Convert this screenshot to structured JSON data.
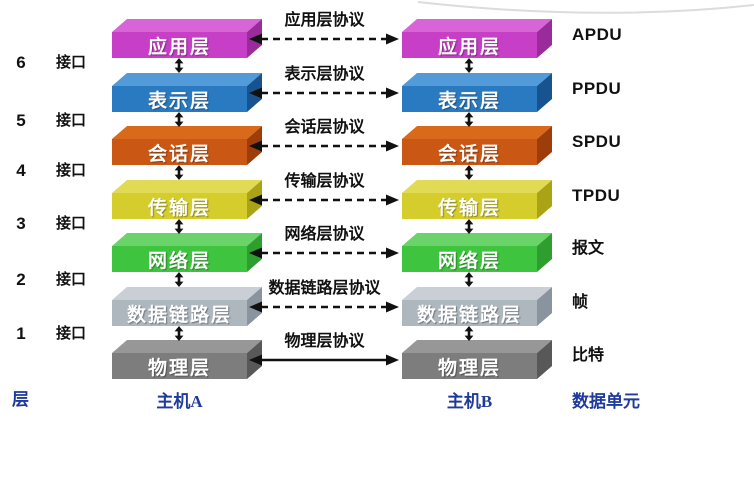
{
  "colors": {
    "arrow_black": "#111111",
    "footer_blue": "#1f3a9b",
    "swoosh_gray": "#dcdcdc",
    "box_text": "#ffffff"
  },
  "interface_column": {
    "rows": [
      {
        "number": "6",
        "label": "接口"
      },
      {
        "number": "5",
        "label": "接口"
      },
      {
        "number": "4",
        "label": "接口"
      },
      {
        "number": "3",
        "label": "接口"
      },
      {
        "number": "2",
        "label": "接口"
      },
      {
        "number": "1",
        "label": "接口"
      }
    ]
  },
  "layers": [
    {
      "name": "应用层",
      "protocol": "应用层协议",
      "data_unit": "APDU",
      "arrow_style": "dashed",
      "color_front": "#c73ec7",
      "color_top": "#d765d7",
      "color_side": "#9a2b9a"
    },
    {
      "name": "表示层",
      "protocol": "表示层协议",
      "data_unit": "PPDU",
      "arrow_style": "dashed",
      "color_front": "#2a7ac1",
      "color_top": "#529ad8",
      "color_side": "#17548f"
    },
    {
      "name": "会话层",
      "protocol": "会话层协议",
      "data_unit": "SPDU",
      "arrow_style": "dashed",
      "color_front": "#cb5715",
      "color_top": "#d96a1c",
      "color_side": "#9c3d0a"
    },
    {
      "name": "传输层",
      "protocol": "传输层协议",
      "data_unit": "TPDU",
      "arrow_style": "dashed",
      "color_front": "#d5cd2b",
      "color_top": "#e0da55",
      "color_side": "#a9a315"
    },
    {
      "name": "网络层",
      "protocol": "网络层协议",
      "data_unit": "报文",
      "arrow_style": "dashed",
      "color_front": "#3fc43f",
      "color_top": "#6ad46a",
      "color_side": "#2e9e2e"
    },
    {
      "name": "数据链路层",
      "protocol": "数据链路层协议",
      "data_unit": "帧",
      "arrow_style": "dashed",
      "color_front": "#aeb6be",
      "color_top": "#cacfd5",
      "color_side": "#8a949e"
    },
    {
      "name": "物理层",
      "protocol": "物理层协议",
      "data_unit": "比特",
      "arrow_style": "solid",
      "color_front": "#7d7d7d",
      "color_top": "#979797",
      "color_side": "#585858"
    }
  ],
  "footer": {
    "axis_label": "层",
    "host_a": "主机A",
    "host_b": "主机B",
    "data_units_label": "数据单元"
  }
}
